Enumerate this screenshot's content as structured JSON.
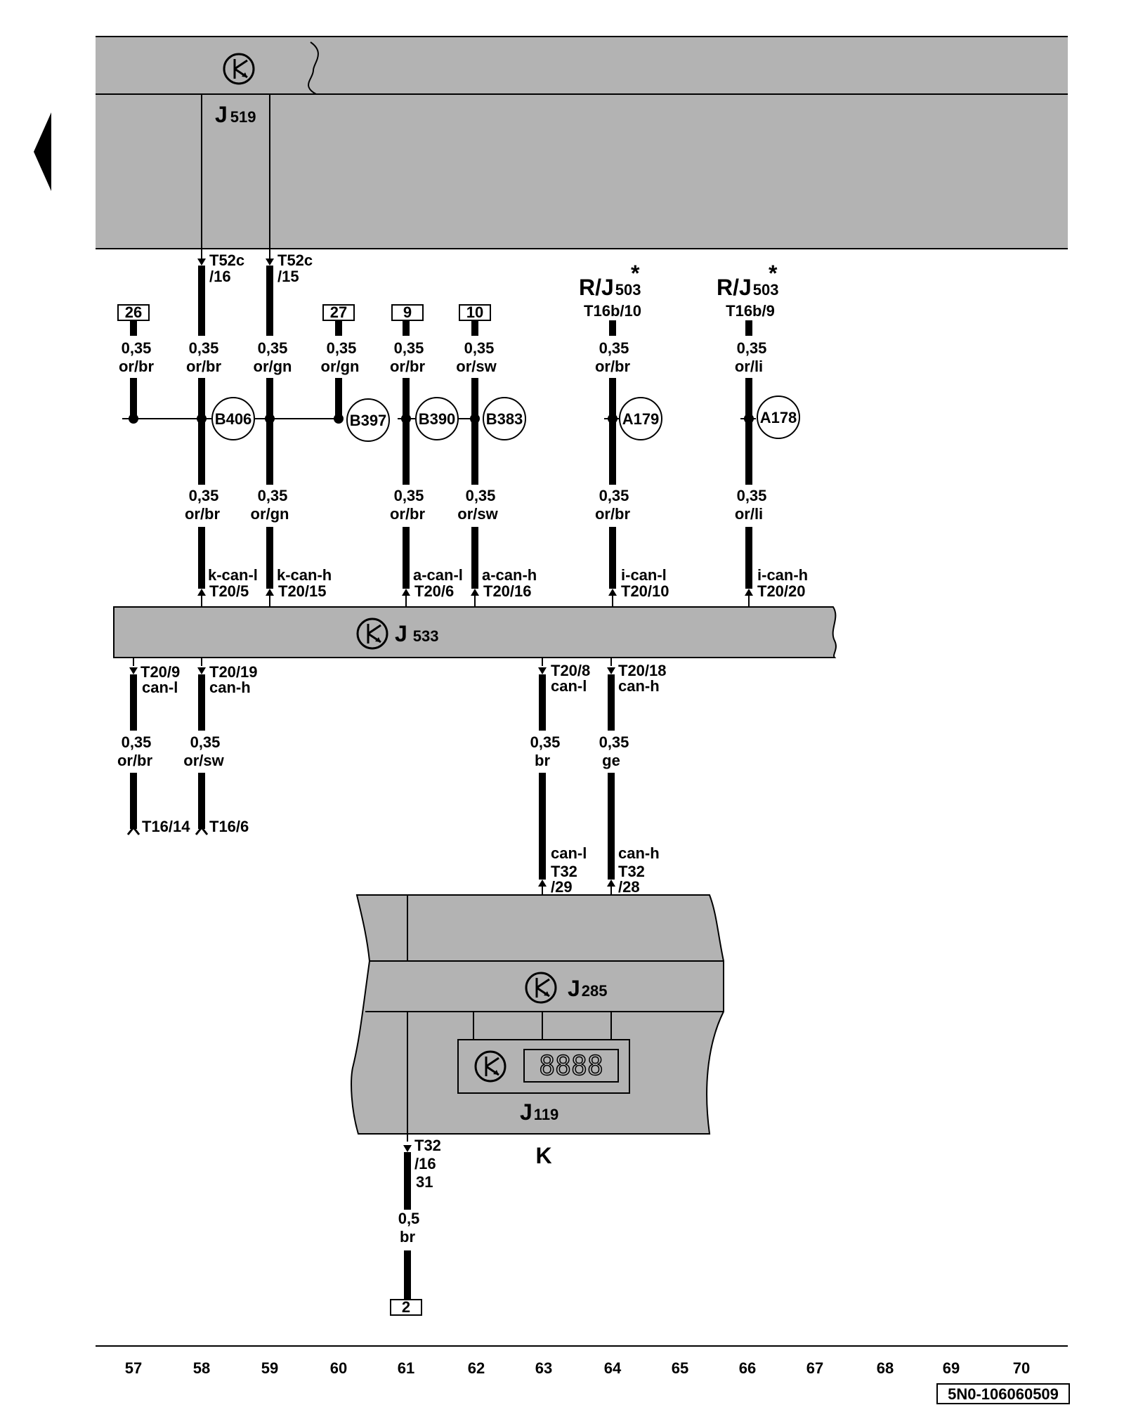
{
  "modules": {
    "j519": {
      "name": "J",
      "sub": "519"
    },
    "j533": {
      "name": "J",
      "sub": "533"
    },
    "j285": {
      "name": "J",
      "sub": "285"
    },
    "j119": {
      "name": "J",
      "sub": "119"
    },
    "k": "K",
    "display_digits": "8888"
  },
  "top_connectors": {
    "left": {
      "l1": "T52c",
      "l2": "/16"
    },
    "right": {
      "l1": "T52c",
      "l2": "/15"
    }
  },
  "refs": {
    "r26": "26",
    "r27": "27",
    "r9": "9",
    "r10": "10",
    "r2": "2",
    "rj1": {
      "main": "R/J",
      "sub": "503",
      "star": "*",
      "pin": "T16b/10"
    },
    "rj2": {
      "main": "R/J",
      "sub": "503",
      "star": "*",
      "pin": "T16b/9"
    }
  },
  "wires_upper": [
    {
      "size": "0,35",
      "color": "or/br"
    },
    {
      "size": "0,35",
      "color": "or/br"
    },
    {
      "size": "0,35",
      "color": "or/gn"
    },
    {
      "size": "0,35",
      "color": "or/gn"
    },
    {
      "size": "0,35",
      "color": "or/br"
    },
    {
      "size": "0,35",
      "color": "or/sw"
    },
    {
      "size": "0,35",
      "color": "or/br"
    },
    {
      "size": "0,35",
      "color": "or/li"
    }
  ],
  "wires_middle": [
    {
      "size": "0,35",
      "color": "or/br"
    },
    {
      "size": "0,35",
      "color": "or/gn"
    },
    {
      "size": "0,35",
      "color": "or/br"
    },
    {
      "size": "0,35",
      "color": "or/sw"
    },
    {
      "size": "0,35",
      "color": "or/br"
    },
    {
      "size": "0,35",
      "color": "or/li"
    }
  ],
  "splices": [
    "B406",
    "B397",
    "B390",
    "B383",
    "A179",
    "A178"
  ],
  "j533_inputs": [
    {
      "sig": "k-can-l",
      "pin": "T20/5"
    },
    {
      "sig": "k-can-h",
      "pin": "T20/15"
    },
    {
      "sig": "a-can-l",
      "pin": "T20/6"
    },
    {
      "sig": "a-can-h",
      "pin": "T20/16"
    },
    {
      "sig": "i-can-l",
      "pin": "T20/10"
    },
    {
      "sig": "i-can-h",
      "pin": "T20/20"
    }
  ],
  "j533_outputs": [
    {
      "pin": "T20/9",
      "sig": "can-l"
    },
    {
      "pin": "T20/19",
      "sig": "can-h"
    },
    {
      "pin": "T20/8",
      "sig": "can-l"
    },
    {
      "pin": "T20/18",
      "sig": "can-h"
    }
  ],
  "wires_lower": [
    {
      "size": "0,35",
      "color": "or/br"
    },
    {
      "size": "0,35",
      "color": "or/sw"
    },
    {
      "size": "0,35",
      "color": "br"
    },
    {
      "size": "0,35",
      "color": "ge"
    }
  ],
  "t16_ends": [
    "T16/14",
    "T16/6"
  ],
  "k_inputs": [
    {
      "sig": "can-l",
      "l1": "T32",
      "l2": "/29"
    },
    {
      "sig": "can-h",
      "l1": "T32",
      "l2": "/28"
    }
  ],
  "ground": {
    "l1": "T32",
    "l2": "/16",
    "l3": "31",
    "size": "0,5",
    "color": "br"
  },
  "columns": [
    "57",
    "58",
    "59",
    "60",
    "61",
    "62",
    "63",
    "64",
    "65",
    "66",
    "67",
    "68",
    "69",
    "70"
  ],
  "doc_id": "5N0-106060509"
}
